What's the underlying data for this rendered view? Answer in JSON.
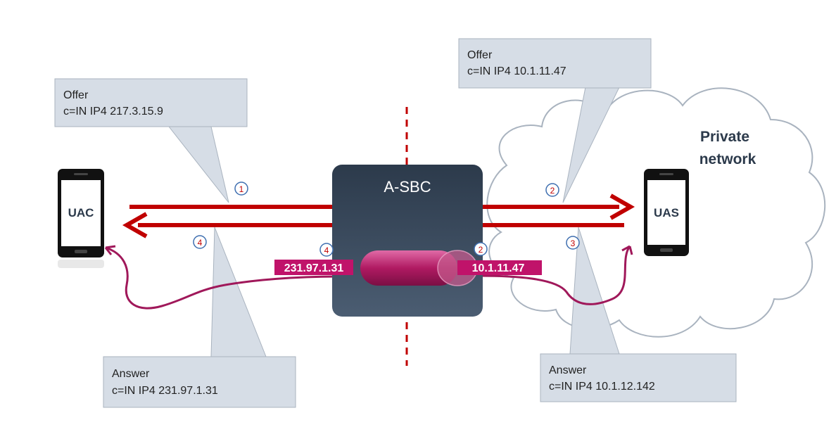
{
  "diagram": {
    "sbc_label": "A-SBC",
    "uac_label": "UAC",
    "uas_label": "UAS",
    "cloud_label_line1": "Private",
    "cloud_label_line2": "network",
    "callouts": {
      "offer_left": {
        "line1": "Offer",
        "line2": "c=IN IP4 217.3.15.9"
      },
      "offer_right": {
        "line1": "Offer",
        "line2": "c=IN IP4 10.1.11.47"
      },
      "answer_left": {
        "line1": "Answer",
        "line2": "c=IN IP4 231.97.1.31"
      },
      "answer_right": {
        "line1": "Answer",
        "line2": "c=IN IP4 10.1.12.142"
      }
    },
    "media_left_ip": "231.97.1.31",
    "media_right_ip": "10.1.11.47",
    "steps": {
      "s1": "1",
      "s2_top": "2",
      "s2_media": "2",
      "s3": "3",
      "s4_left": "4",
      "s4_media": "4"
    },
    "colors": {
      "arrow": "#c00000",
      "media": "#c0136a",
      "callout_fill": "#d6dde6",
      "callout_stroke": "#a9b3bf",
      "sbc_top": "#2c3a4b",
      "sbc_bottom": "#4b5d72",
      "step_stroke": "#3f6fb0",
      "step_text": "#c00000"
    }
  }
}
